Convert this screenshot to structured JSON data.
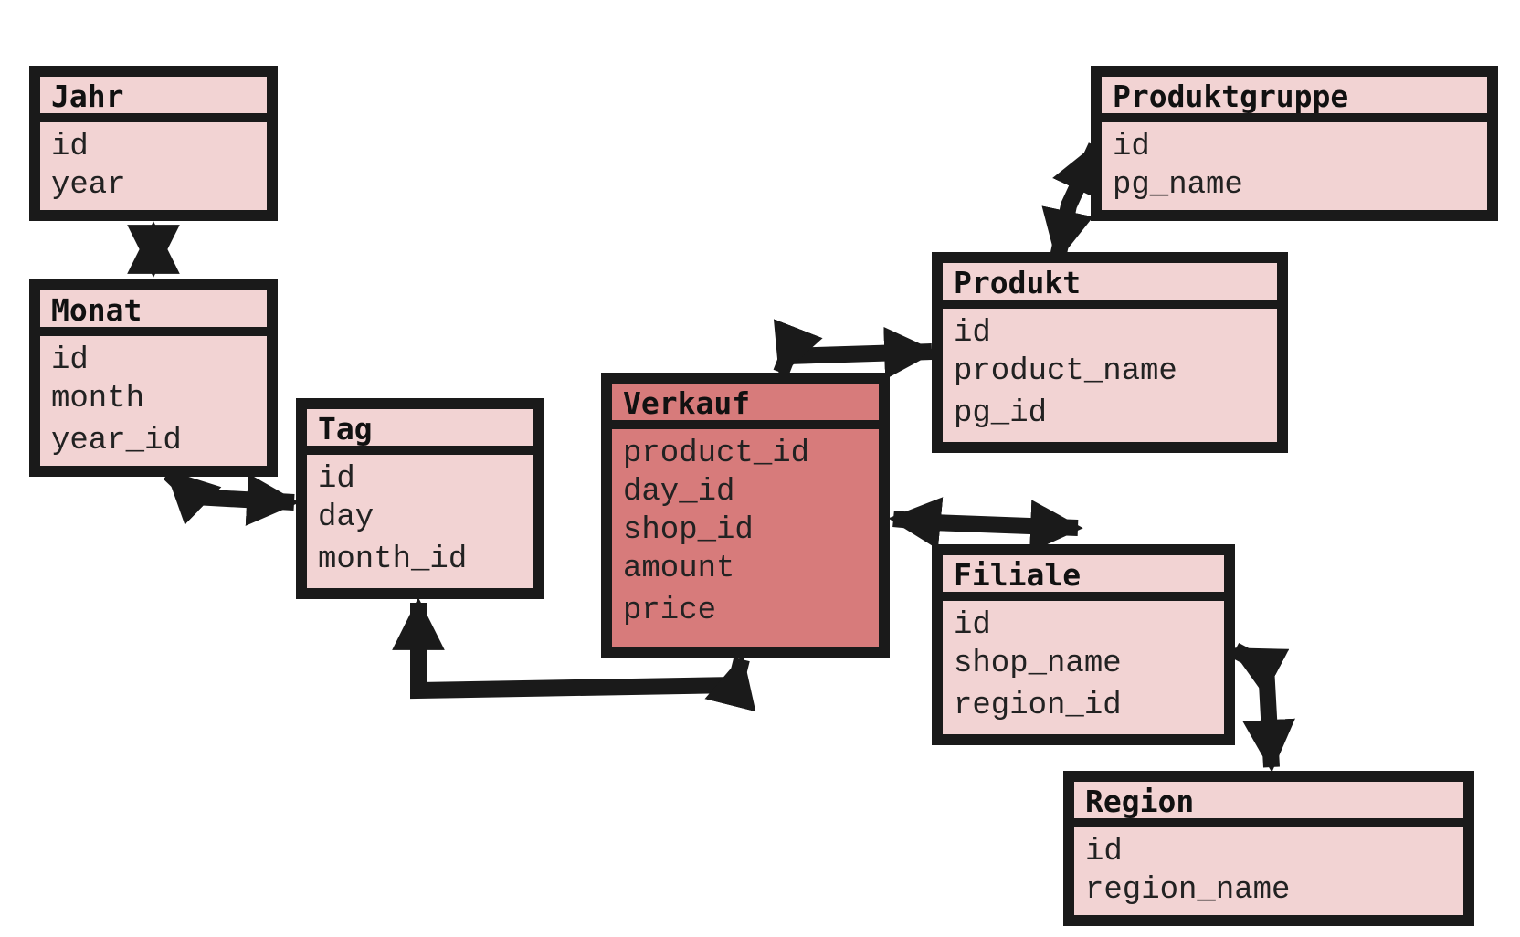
{
  "colors": {
    "border": "#1a1a1a",
    "dimension_fill": "#f2d3d3",
    "fact_fill": "#d77b7b"
  },
  "entities": {
    "jahr": {
      "title": "Jahr",
      "fields": [
        "id",
        "year"
      ]
    },
    "monat": {
      "title": "Monat",
      "fields": [
        "id",
        "month",
        "year_id"
      ]
    },
    "tag": {
      "title": "Tag",
      "fields": [
        "id",
        "day",
        "month_id"
      ]
    },
    "verkauf": {
      "title": "Verkauf",
      "fields": [
        "product_id",
        "day_id",
        "shop_id",
        "amount",
        "price"
      ]
    },
    "produkt": {
      "title": "Produkt",
      "fields": [
        "id",
        "product_name",
        "pg_id"
      ]
    },
    "produktgruppe": {
      "title": "Produktgruppe",
      "fields": [
        "id",
        "pg_name"
      ]
    },
    "filiale": {
      "title": "Filiale",
      "fields": [
        "id",
        "shop_name",
        "region_id"
      ]
    },
    "region": {
      "title": "Region",
      "fields": [
        "id",
        "region_name"
      ]
    }
  }
}
